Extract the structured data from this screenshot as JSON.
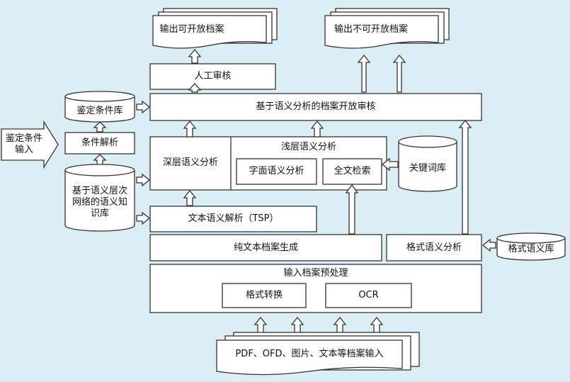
{
  "diagram": {
    "output_open": "输出可开放档案",
    "output_closed": "输出不可开放档案",
    "manual_review": "人工审核",
    "criteria_db": "鉴定条件库",
    "semantic_review": "基于语义分析的档案开放审核",
    "criteria_input": "鉴定条件输入",
    "criteria_parse": "条件解析",
    "deep_analysis": "深层语义分析",
    "shallow_analysis": "浅层语义分析",
    "literal_analysis": "字面语义分析",
    "fulltext_search": "全文检索",
    "keyword_db": "关键词库",
    "knowledge_base": "基于语义层次网络的语义知识库",
    "tsp": "文本语义解析（TSP）",
    "plaintext_gen": "纯文本档案生成",
    "format_analysis": "格式语义分析",
    "format_db": "格式语义库",
    "preprocess": "输入档案预处理",
    "format_convert": "格式转换",
    "ocr": "OCR",
    "inputs": "PDF、OFD、图片、文本等档案输入"
  },
  "colors": {
    "background": "#dbeef5",
    "box_fill": "#ffffff",
    "stroke": "#333333"
  }
}
